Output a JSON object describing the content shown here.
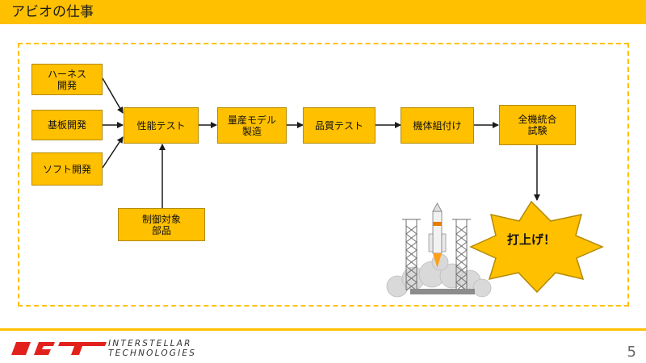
{
  "header": {
    "title": "アビオの仕事"
  },
  "boxes": {
    "harness": "ハーネス\n開発",
    "board": "基板開発",
    "software": "ソフト開発",
    "performance_test": "性能テスト",
    "control": "制御対象\n部品",
    "production_model": "量産モデル\n製造",
    "quality_test": "品質テスト",
    "assembly": "機体組付け",
    "integration": "全機統合\n試験"
  },
  "launch": {
    "label": "打上げ！"
  },
  "footer": {
    "logo_line1": "INTERSTELLAR",
    "logo_line2": "TECHNOLOGIES",
    "page_number": "5"
  },
  "colors": {
    "accent": "#ffc000",
    "box_border": "#b38a00",
    "arrow": "#1a1a1a",
    "logo_red": "#e3211c"
  }
}
